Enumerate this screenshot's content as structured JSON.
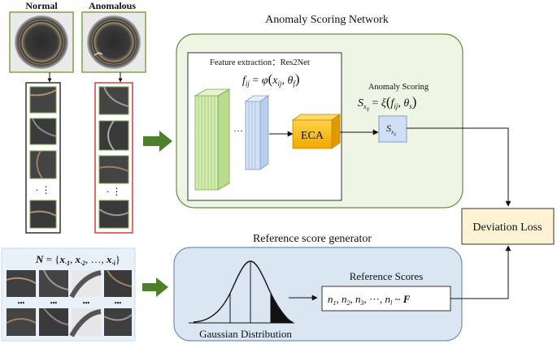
{
  "labels": {
    "normal": "Normal",
    "anomalous": "Anomalous",
    "anomaly_network": "Anomaly Scoring Network",
    "feature_extraction": "Feature extraction：Res2Net",
    "feature_formula": "f_ij = φ(x_ij, θ_f)",
    "dots": "···",
    "eca": "ECA",
    "anomaly_scoring": "Anomaly Scoring",
    "score_formula": "S_xij = ξ(f_ij, θ_s)",
    "score_node": "S_xij",
    "deviation_loss": "Deviation Loss",
    "reference_generator": "Reference score generator",
    "set_formula": "N = {x 1, x 2, …, x i}",
    "reference_scores": "Reference Scores",
    "score_list": "n1, n2, n3, ···, nl ~ F",
    "gaussian": "Gaussian Distribution",
    "patch_dots": "•••",
    "vdots": "·  ⋮"
  },
  "colors": {
    "network_fill": "#eef5e4",
    "network_stroke": "#6b8e3d",
    "reference_fill": "#dbe6f3",
    "reference_stroke": "#6f8fb4",
    "normal_frame": "#333333",
    "anomalous_frame": "#d64040",
    "image_frame_green": "#7aa64a",
    "feature_green": "#c8e6a4",
    "feature_blue": "#cfe0f4",
    "eca_fill": "#ffc000",
    "loss_fill": "#fdf2d4",
    "arrow_green": "#4e7f2a"
  }
}
